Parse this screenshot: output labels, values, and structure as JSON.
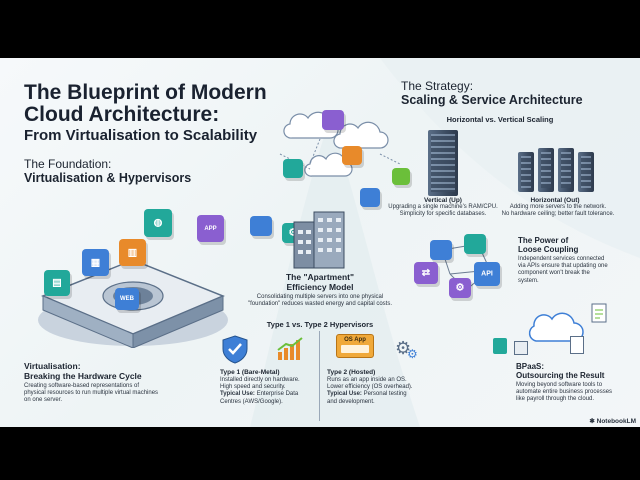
{
  "title": {
    "line1": "The Blueprint of Modern",
    "line2": "Cloud Architecture:",
    "line3": "From Virtualisation to Scalability"
  },
  "foundation": {
    "label": "The Foundation:",
    "title": "Virtualisation & Hypervisors"
  },
  "strategy": {
    "label": "The Strategy:",
    "title": "Scaling & Service Architecture",
    "subtitle": "Horizontal vs. Vertical Scaling"
  },
  "vertical": {
    "title": "Vertical (Up)",
    "desc1": "Upgrading a single machine's RAM/CPU.",
    "desc2": "Simplicity for specific databases."
  },
  "horizontal": {
    "title": "Horizontal (Out)",
    "desc1": "Adding more servers to the network.",
    "desc2": "No hardware ceiling; better fault tolerance."
  },
  "coupling": {
    "title1": "The Power of",
    "title2": "Loose Coupling",
    "desc1": "Independent services connected",
    "desc2": "via APIs ensure that updating one",
    "desc3": "component won't break the",
    "desc4": "system.",
    "api_label": "API"
  },
  "apartment": {
    "title1": "The \"Apartment\"",
    "title2": "Efficiency Model",
    "desc1": "Consolidating multiple servers into one physical",
    "desc2": "\"foundation\" reduces wasted energy and capital costs."
  },
  "hypervisors": {
    "title": "Type 1 vs. Type 2 Hypervisors",
    "type1": {
      "title": "Type 1 (Bare-Metal)",
      "desc1": "Installed directly on hardware.",
      "desc2": "High speed and security.",
      "use_label": "Typical Use:",
      "use1": " Enterprise Data",
      "use2": "Centres (AWS/Google)."
    },
    "type2": {
      "title": "Type 2 (Hosted)",
      "desc1": "Runs as an app inside an OS.",
      "desc2": "Lower efficiency (OS overhead).",
      "use_label": "Typical Use:",
      "use1": " Personal testing",
      "use2": "and development.",
      "badge": "OS App"
    }
  },
  "virtualisation": {
    "title1": "Virtualisation:",
    "title2": "Breaking the Hardware Cycle",
    "desc1": "Creating software-based representations of",
    "desc2": "physical resources to run multiple virtual machines",
    "desc3": "on one server.",
    "web_label": "WEB",
    "app_label": "APP"
  },
  "bpaas": {
    "title1": "BPaaS:",
    "title2": "Outsourcing the Result",
    "desc1": "Moving beyond software tools to",
    "desc2": "automate entire business processes",
    "desc3": "like payroll through the cloud."
  },
  "branding": {
    "logo": "NotebookLM"
  },
  "colors": {
    "teal": "#22a89a",
    "blue": "#3e7fd6",
    "purple": "#8a5fd0",
    "green": "#6bbf3a",
    "orange": "#e88a2a",
    "navy": "#2e3b4d"
  }
}
